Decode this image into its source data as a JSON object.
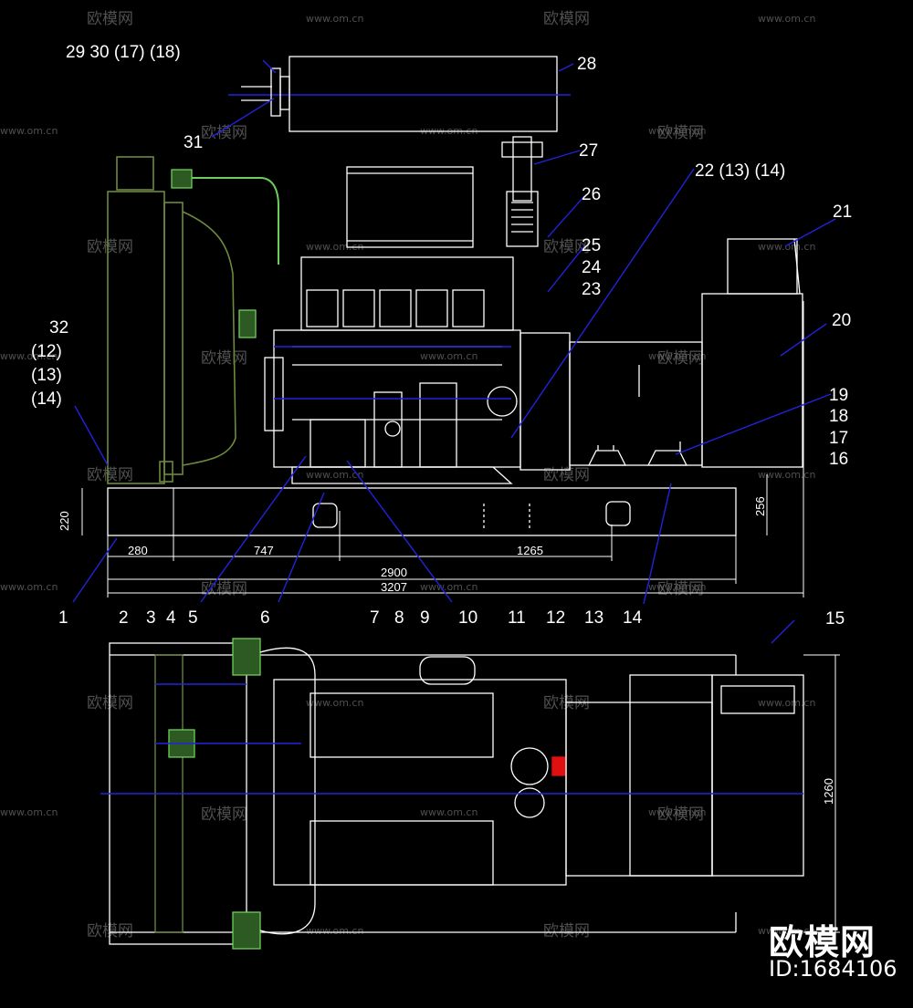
{
  "callouts": {
    "c29_30_17_18": "29 30 (17) (18)",
    "c28": "28",
    "c31": "31",
    "c27": "27",
    "c22_13_14": "22 (13) (14)",
    "c26": "26",
    "c21": "21",
    "c25": "25",
    "c24": "24",
    "c23": "23",
    "c32": "32",
    "c12p": "(12)",
    "c13p": "(13)",
    "c14p": "(14)",
    "c20": "20",
    "c19": "19",
    "c18": "18",
    "c17": "17",
    "c16": "16",
    "c15": "15",
    "bottom_row": [
      "1",
      "2",
      "3",
      "4",
      "5",
      "6",
      "7",
      "8",
      "9",
      "10",
      "11",
      "12",
      "13",
      "14"
    ]
  },
  "dimensions": {
    "d220": "220",
    "d280": "280",
    "d747": "747",
    "d1265": "1265",
    "d2900": "2900",
    "d3207": "3207",
    "d256": "256",
    "d1260": "1260"
  },
  "watermark": {
    "text": "欧模网",
    "url": "www.om.cn",
    "brand": "欧模网",
    "id": "ID:1684106"
  },
  "colors": {
    "background": "#000000",
    "outline": "#ffffff",
    "centerline": "#2222dd",
    "radiator": "#6d8a3c",
    "hose": "#6ccf5a",
    "accent": "#e01010"
  }
}
